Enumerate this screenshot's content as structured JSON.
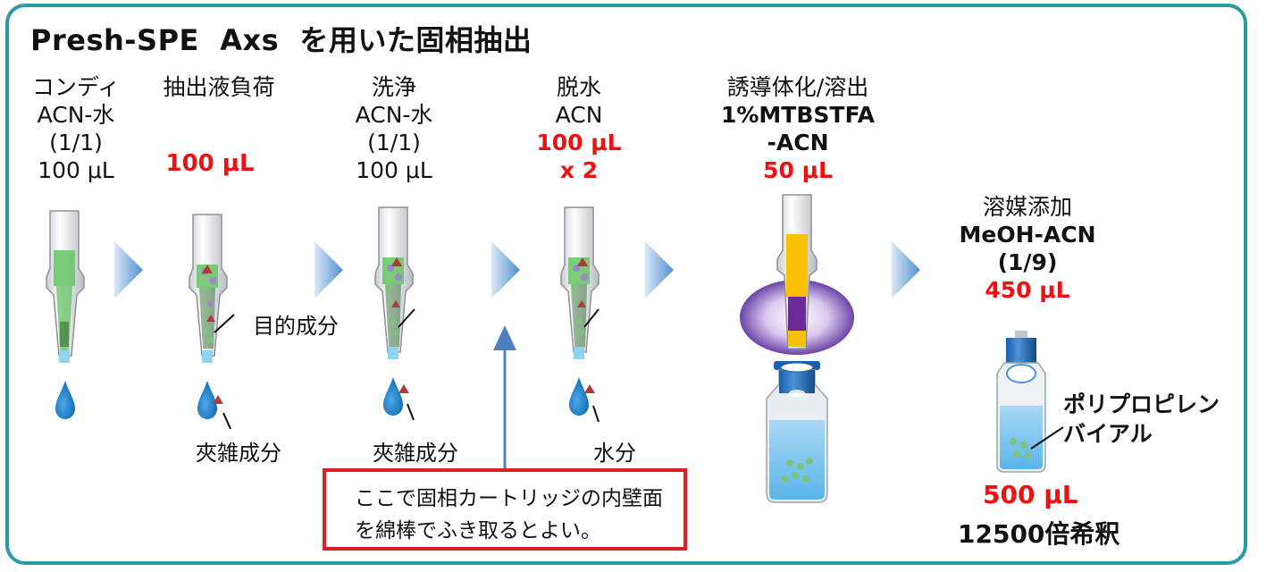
{
  "title": "Presh-SPE  Axs  を用いた固相抽出",
  "steps": [
    {
      "name": "コンディ",
      "lines": [
        "ACN-水",
        "(1/1)",
        "100 μL"
      ]
    },
    {
      "name": "抽出液負荷",
      "amount": "100 μL"
    },
    {
      "name": "洗浄",
      "lines": [
        "ACN-水",
        "(1/1)",
        "100 μL"
      ]
    },
    {
      "name": "脱水",
      "solvent": "ACN",
      "amount": "100 μL",
      "repeat": "x 2"
    },
    {
      "name": "誘導体化/溶出",
      "reagent1": "1%MTBSTFA",
      "reagent2": "-ACN",
      "amount": "50 μL"
    },
    {
      "name": "溶媒添加",
      "solvent": "MeOH-ACN",
      "ratio": "(1/9)",
      "amount": "450 μL"
    }
  ],
  "annotations": {
    "target": "目的成分",
    "impurity_1": "夾雑成分",
    "impurity_2": "夾雑成分",
    "water": "水分",
    "vial": [
      "ポリプロピレン",
      "バイアル"
    ],
    "final_volume": "500 μL",
    "dilution": "12500倍希釈"
  },
  "callout": [
    "ここで固相カートリッジの内壁面",
    "を綿棒でふき取るとよい。"
  ],
  "colors": {
    "frame": "#2a9aa8",
    "red_text": "#ee1111",
    "callout_border": "#e02020",
    "arrow": "#5b9bd5",
    "drop": "#1a7bc4",
    "solvent_green": "#6cc56c",
    "reagent_yellow": "#f8c000",
    "reagent_purple": "#6a2a9a"
  }
}
